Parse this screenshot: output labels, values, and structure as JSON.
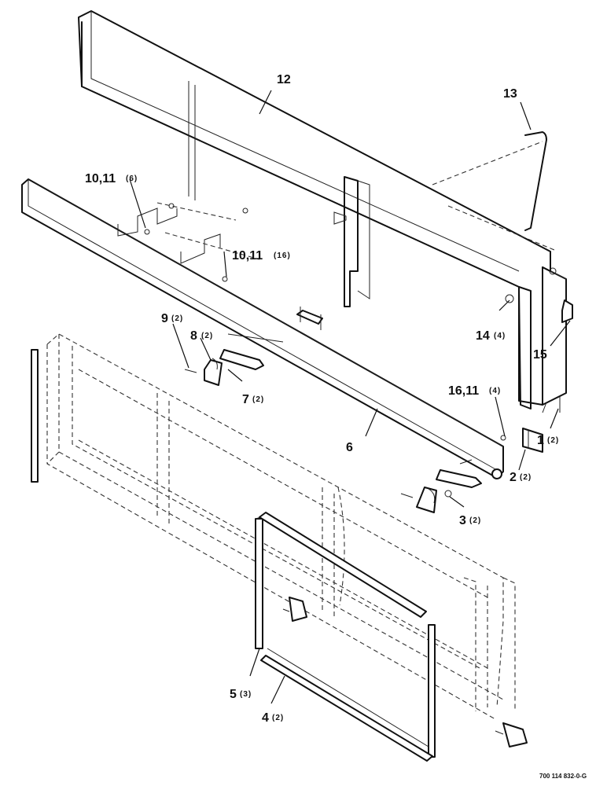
{
  "callouts": {
    "c1": {
      "num": "1",
      "qty": "(2)"
    },
    "c2": {
      "num": "2",
      "qty": "(2)"
    },
    "c3": {
      "num": "3",
      "qty": "(2)"
    },
    "c4": {
      "num": "4",
      "qty": "(2)"
    },
    "c5": {
      "num": "5",
      "qty": "(3)"
    },
    "c6": {
      "num": "6",
      "qty": ""
    },
    "c7": {
      "num": "7",
      "qty": "(2)"
    },
    "c8": {
      "num": "8",
      "qty": "(2)"
    },
    "c9": {
      "num": "9",
      "qty": "(2)"
    },
    "c10a": {
      "num": "10,11",
      "qty": "(6)"
    },
    "c10b": {
      "num": "10,11",
      "qty": "(16)"
    },
    "c12": {
      "num": "12",
      "qty": ""
    },
    "c13": {
      "num": "13",
      "qty": ""
    },
    "c14": {
      "num": "14",
      "qty": "(4)"
    },
    "c15": {
      "num": "15",
      "qty": ""
    },
    "c16": {
      "num": "16,11",
      "qty": "(4)"
    }
  },
  "document_number": "700 114 832-0-G",
  "colors": {
    "line": "#111111",
    "background": "#ffffff"
  }
}
